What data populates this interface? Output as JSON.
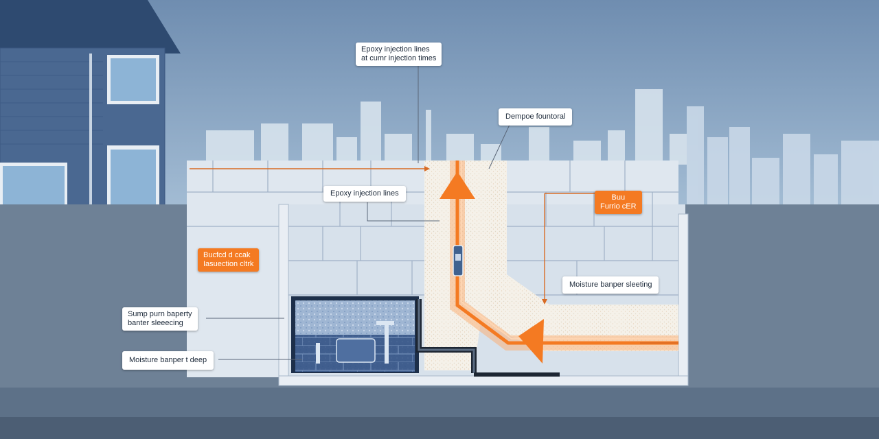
{
  "colors": {
    "sky": "#7d98b6",
    "house": "#4d6a92",
    "block_wall": "#dfe7ef",
    "ground": "#6e8196",
    "membrane": "#f47a22",
    "gravel": "#f4f1ea",
    "sump_water": "#3e5f8e"
  },
  "labels": {
    "epoxy_top": {
      "line1": "Epoxy injection lines",
      "line2": "at cumr injection times"
    },
    "dempoe": {
      "text": "Dempoe fountoral"
    },
    "epoxy_mid": {
      "text": "Epoxy injection lines"
    },
    "orange_right": {
      "line1": "Buu",
      "line2": "Furrio cER"
    },
    "orange_left": {
      "line1": "Bucfcd d ccak",
      "line2": "Iasuection cltrk"
    },
    "moisture_right": {
      "text": "Moisture banper sleeting"
    },
    "sump": {
      "line1": "Sump purn baperty",
      "line2": "banter sleeecing"
    },
    "moisture_left": {
      "text": "Moisture banper t deep"
    }
  },
  "icons": [
    "injection-port-icon",
    "flow-arrow-up-icon",
    "flow-arrow-left-icon"
  ]
}
